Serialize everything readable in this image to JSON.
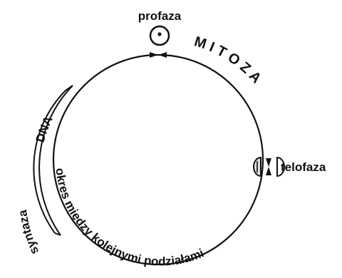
{
  "diagram": {
    "labels": {
      "prophase": "profaza",
      "telophase": "telofaza",
      "mitosis": "M I T O Z A",
      "synthesis_dna": "DNA",
      "synthesis": "syntaza",
      "interphase": "okres między kolejnymi podziałami"
    }
  }
}
